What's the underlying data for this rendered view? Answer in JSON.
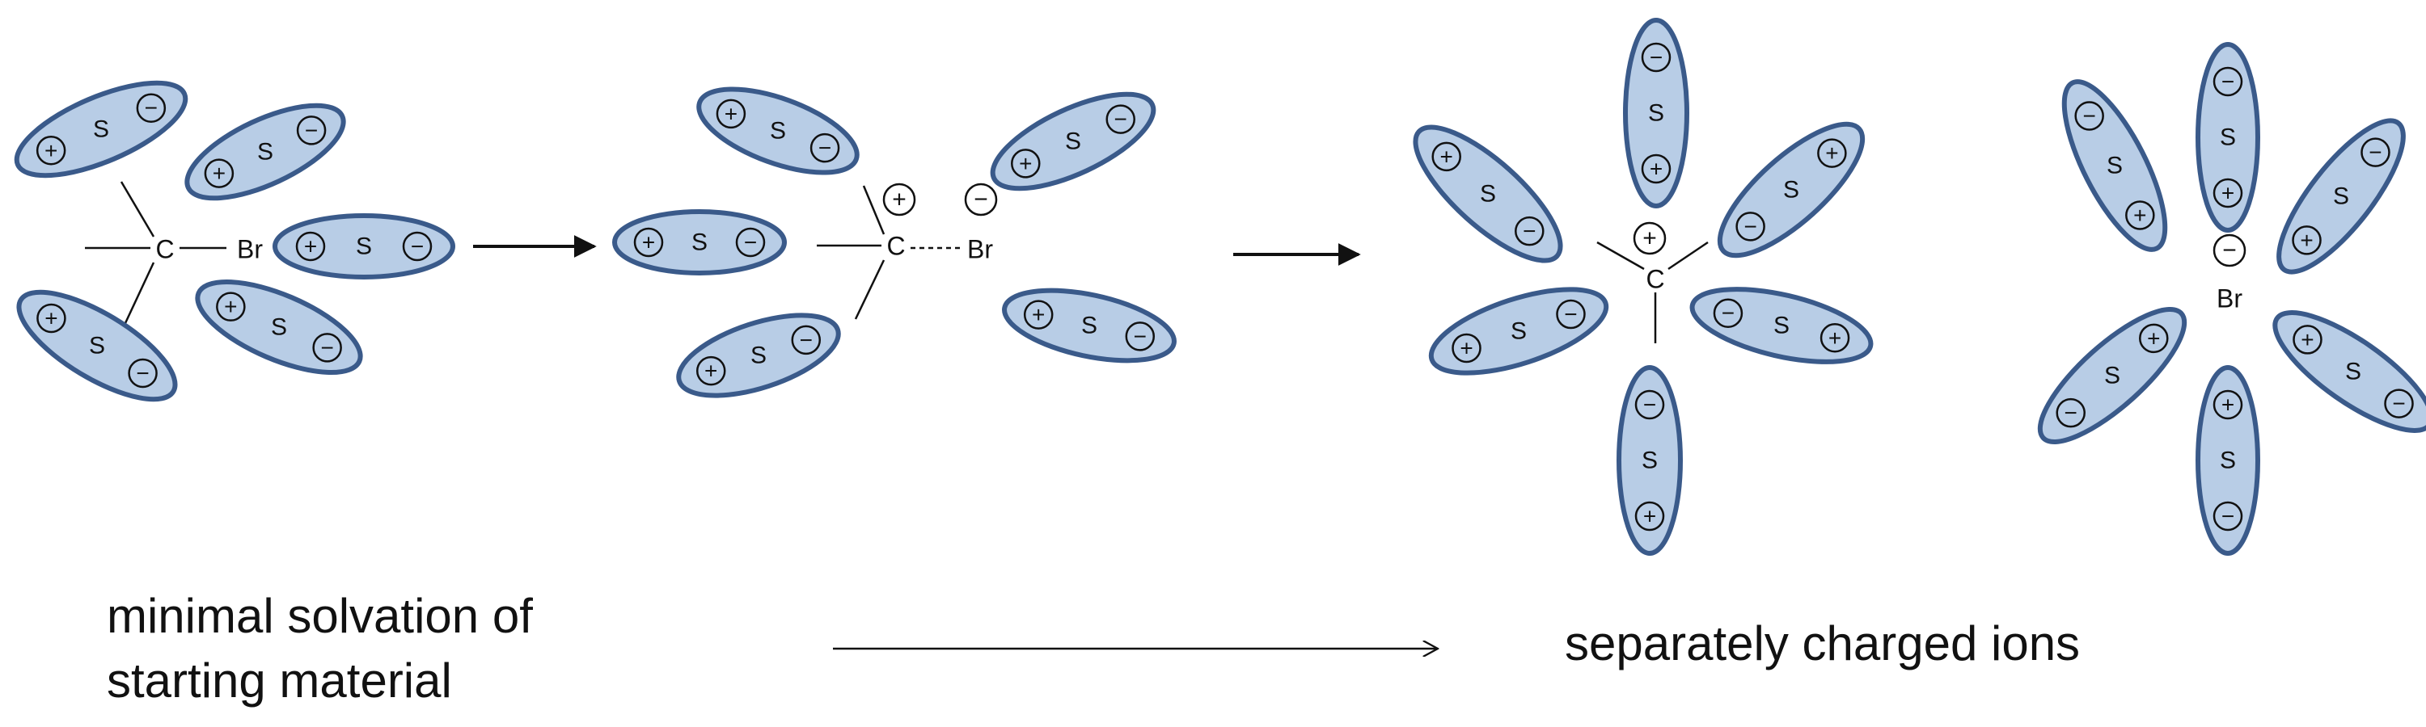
{
  "solvent_label": "S",
  "plus_sign": "+",
  "minus_sign": "−",
  "atoms": {
    "carbon": "C",
    "bromine": "Br"
  },
  "captions": {
    "left_line1": "minimal solvation of",
    "left_line2": "starting material",
    "right": "separately charged ions"
  },
  "colors": {
    "solvent_fill": "#b8cde6",
    "solvent_stroke": "#3a5a8a",
    "ink": "#111111"
  }
}
